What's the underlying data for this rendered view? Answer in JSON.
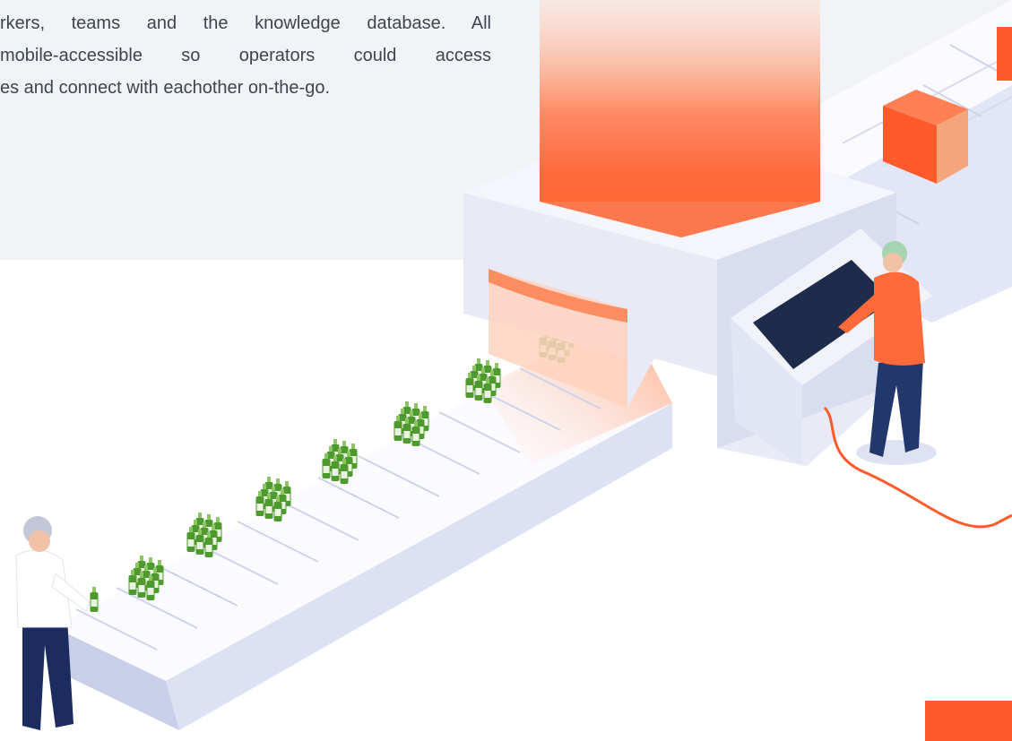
{
  "intro": {
    "lines": [
      "rkers, teams and the knowledge database. All",
      "mobile-accessible so operators could access",
      "es and connect with eachother on-the-go."
    ]
  },
  "colors": {
    "panel_background": "#f1f3f6",
    "text": "#3d4550",
    "accent_orange": "#ff5a2b",
    "conveyor": "#e3e6f6",
    "machine": "#eef0f8",
    "bottle_green": "#4e9a2e",
    "screen_navy": "#1f2b4a"
  },
  "icons": {
    "machine": "production-machine-illustration",
    "conveyor": "conveyor-belt-illustration",
    "bottle": "green-bottle-icon",
    "worker": "worker-icon",
    "box": "orange-box-icon"
  }
}
